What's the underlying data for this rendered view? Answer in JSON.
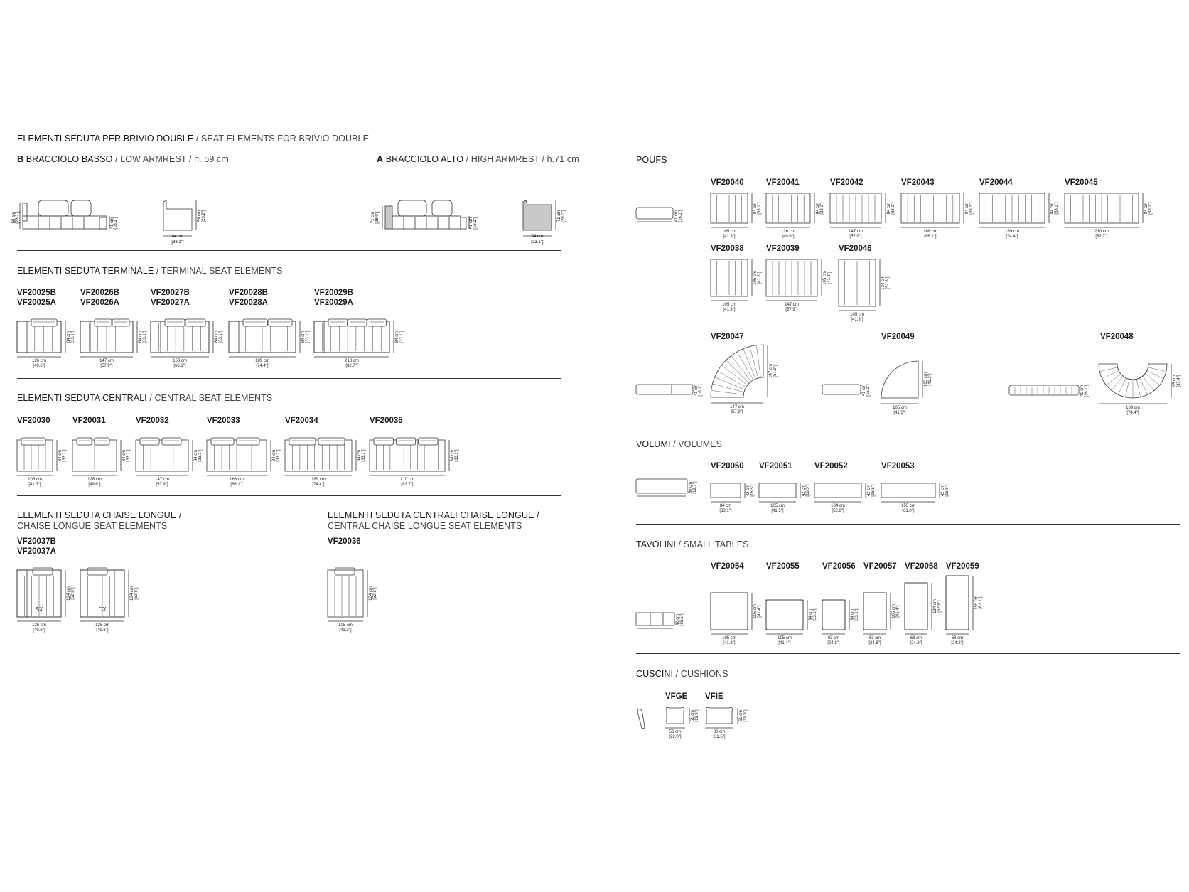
{
  "left": {
    "brivio": {
      "title_main": "ELEMENTI SEDUTA PER BRIVIO DOUBLE",
      "title_sub": "SEAT ELEMENTS FOR BRIVIO DOUBLE",
      "low": {
        "letter": "B",
        "main": "BRACCIOLO BASSO",
        "sub": "LOW ARMREST / h. 59 cm",
        "dim_h": "59 cm",
        "dim_h_in": "[23.2\"]",
        "dim_seat": "41 cm",
        "dim_seat_in": "[16.1\"]",
        "dim_d": "84 cm",
        "dim_d_in": "[33.1\"]"
      },
      "high": {
        "letter": "A",
        "main": "BRACCIOLO ALTO",
        "sub": "HIGH ARMREST / h.71 cm",
        "dim_h": "71 cm",
        "dim_h_in": "[28.0\"]",
        "dim_seat": "41 cm",
        "dim_seat_in": "[16.1\"]",
        "dim_d": "84 cm",
        "dim_d_in": "[33.1\"]"
      }
    },
    "terminal": {
      "title_main": "ELEMENTI SEDUTA TERMINALE",
      "title_sub": "TERMINAL SEAT ELEMENTS",
      "items": [
        {
          "code1": "VF20025B",
          "code2": "VF20025A",
          "w": "126 cm",
          "w_in": "[49.6\"]",
          "d": "84 cm",
          "d_in": "[33.1\"]"
        },
        {
          "code1": "VF20026B",
          "code2": "VF20026A",
          "w": "147 cm",
          "w_in": "[57.9\"]",
          "d": "84 cm",
          "d_in": "[33.1\"]"
        },
        {
          "code1": "VF20027B",
          "code2": "VF20027A",
          "w": "168 cm",
          "w_in": "[66.1\"]",
          "d": "84 cm",
          "d_in": "[33.1\"]"
        },
        {
          "code1": "VF20028B",
          "code2": "VF20028A",
          "w": "189 cm",
          "w_in": "[74.4\"]",
          "d": "84 cm",
          "d_in": "[33.1\"]"
        },
        {
          "code1": "VF20029B",
          "code2": "VF20029A",
          "w": "210 cm",
          "w_in": "[82.7\"]",
          "d": "84 cm",
          "d_in": "[33.1\"]"
        }
      ]
    },
    "central": {
      "title_main": "ELEMENTI SEDUTA CENTRALI",
      "title_sub": "CENTRAL SEAT ELEMENTS",
      "items": [
        {
          "code": "VF20030",
          "w": "105 cm",
          "w_in": "[41.3\"]",
          "d": "84 cm",
          "d_in": "[33.1\"]"
        },
        {
          "code": "VF20031",
          "w": "126 cm",
          "w_in": "[49.6\"]",
          "d": "84 cm",
          "d_in": "[33.1\"]"
        },
        {
          "code": "VF20032",
          "w": "147 cm",
          "w_in": "[57.9\"]",
          "d": "84 cm",
          "d_in": "[33.1\"]"
        },
        {
          "code": "VF20033",
          "w": "168 cm",
          "w_in": "[66.1\"]",
          "d": "84 cm",
          "d_in": "[33.1\"]"
        },
        {
          "code": "VF20034",
          "w": "189 cm",
          "w_in": "[74.4\"]",
          "d": "84 cm",
          "d_in": "[33.1\"]"
        },
        {
          "code": "VF20035",
          "w": "210 cm",
          "w_in": "[82.7\"]",
          "d": "84 cm",
          "d_in": "[33.1\"]"
        }
      ]
    },
    "chaise": {
      "title_main": "ELEMENTI SEDUTA CHAISE LONGUE /",
      "title_sub": "CHAISE LONGUE SEAT ELEMENTS",
      "code1": "VF20037B",
      "code2": "VF20037A",
      "items": [
        {
          "side": "SX",
          "w": "126 cm",
          "w_in": "[49.6\"]",
          "d": "134 cm",
          "d_in": "[52.8\"]"
        },
        {
          "side": "DX",
          "w": "126 cm",
          "w_in": "[49.6\"]",
          "d": "134 cm",
          "d_in": "[52.8\"]"
        }
      ]
    },
    "chaise_central": {
      "title_main": "ELEMENTI SEDUTA CENTRALI CHAISE LONGUE /",
      "title_sub": "CENTRAL CHAISE LONGUE SEAT ELEMENTS",
      "code": "VF20036",
      "w": "105 cm",
      "w_in": "[41.3\"]",
      "d": "134 cm",
      "d_in": "[52.8\"]"
    }
  },
  "right": {
    "poufs": {
      "title": "POUFS",
      "side_h": "41 cm",
      "side_h_in": "[16.1\"]",
      "row1": [
        {
          "code": "VF20040",
          "w": "105 cm",
          "w_in": "[41.3\"]",
          "d": "84 cm",
          "d_in": "[33.1\"]"
        },
        {
          "code": "VF20041",
          "w": "126 cm",
          "w_in": "[49.6\"]",
          "d": "84 cm",
          "d_in": "[33.1\"]"
        },
        {
          "code": "VF20042",
          "w": "147 cm",
          "w_in": "[57.9\"]",
          "d": "84 cm",
          "d_in": "[33.1\"]"
        },
        {
          "code": "VF20043",
          "w": "168 cm",
          "w_in": "[66.1\"]",
          "d": "84 cm",
          "d_in": "[33.1\"]"
        },
        {
          "code": "VF20044",
          "w": "189 cm",
          "w_in": "[74.4\"]",
          "d": "84 cm",
          "d_in": "[33.1\"]"
        },
        {
          "code": "VF20045",
          "w": "210 cm",
          "w_in": "[82.7\"]",
          "d": "84 cm",
          "d_in": "[33.1\"]"
        }
      ],
      "row2": [
        {
          "code": "VF20038",
          "w": "105 cm",
          "w_in": "[41.3\"]",
          "d": "105 cm",
          "d_in": "[41.3\"]"
        },
        {
          "code": "VF20039",
          "w": "147 cm",
          "w_in": "[57.9\"]",
          "d": "105 cm",
          "d_in": "[41.3\"]"
        },
        {
          "code": "VF20046",
          "w": "105 cm",
          "w_in": "[41.3\"]",
          "d": "134 cm",
          "d_in": "[52.8\"]"
        }
      ],
      "curved": [
        {
          "code": "VF20047",
          "w": "147 cm",
          "w_in": "[57.9\"]",
          "d": "147 cm",
          "d_in": "[57.9\"]",
          "h": "41 cm",
          "h_in": "[16.1\"]"
        },
        {
          "code": "VF20049",
          "w": "105 cm",
          "w_in": "[41.3\"]",
          "d": "105 cm",
          "d_in": "[41.3\"]",
          "h": "41 cm",
          "h_in": "[16.1\"]"
        },
        {
          "code": "VF20048",
          "w": "189 cm",
          "w_in": "[74.4\"]",
          "d": "95 cm",
          "d_in": "[37.4\"]",
          "h": "41 cm",
          "h_in": "[16.1\"]"
        }
      ]
    },
    "volumes": {
      "title_main": "VOLUMI",
      "title_sub": "VOLUMES",
      "side_h": "50 cm",
      "side_h_in": "[19.7\"]",
      "items": [
        {
          "code": "VF20050",
          "w": "84 cm",
          "w_in": "[33.1\"]",
          "d": "42 cm",
          "d_in": "[16.5\"]"
        },
        {
          "code": "VF20051",
          "w": "105 cm",
          "w_in": "[41.3\"]",
          "d": "42 cm",
          "d_in": "[16.5\"]"
        },
        {
          "code": "VF20052",
          "w": "134 cm",
          "w_in": "[52.8\"]",
          "d": "42 cm",
          "d_in": "[16.5\"]"
        },
        {
          "code": "VF20053",
          "w": "155 cm",
          "w_in": "[61.0\"]",
          "d": "42 cm",
          "d_in": "[16.5\"]"
        }
      ]
    },
    "tables": {
      "title_main": "TAVOLINI",
      "title_sub": "SMALL TABLES",
      "side_h": "42 cm",
      "side_h_in": "[16.5\"]",
      "items": [
        {
          "code": "VF20054",
          "w": "105 cm",
          "w_in": "[41.3\"]",
          "d": "105 cm",
          "d_in": "[41.4\"]"
        },
        {
          "code": "VF20055",
          "w": "105 cm",
          "w_in": "[41.4\"]",
          "d": "84 cm",
          "d_in": "[33.1\"]"
        },
        {
          "code": "VF20056",
          "w": "63 cm",
          "w_in": "[24.8\"]",
          "d": "84 cm",
          "d_in": "[33.1\"]"
        },
        {
          "code": "VF20057",
          "w": "63 cm",
          "w_in": "[24.8\"]",
          "d": "105 cm",
          "d_in": "[41.4\"]"
        },
        {
          "code": "VF20058",
          "w": "63 cm",
          "w_in": "[24.8\"]",
          "d": "134 cm",
          "d_in": "[52.8\"]"
        },
        {
          "code": "VF20059",
          "w": "63 cm",
          "w_in": "[24.8\"]",
          "d": "155 cm",
          "d_in": "[61.1\"]"
        }
      ]
    },
    "cushions": {
      "title_main": "CUSCINI",
      "title_sub": "CUSHIONS",
      "items": [
        {
          "code": "VFGE",
          "w": "56 cm",
          "w_in": "[22.0\"]",
          "d": "51 cm",
          "d_in": "[19.9\"]"
        },
        {
          "code": "VFIE",
          "w": "80 cm",
          "w_in": "[31.5\"]",
          "d": "51 cm",
          "d_in": "[19.9\"]"
        }
      ]
    }
  }
}
